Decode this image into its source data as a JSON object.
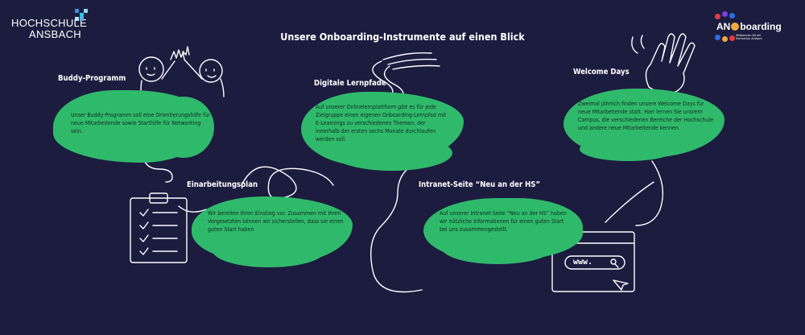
{
  "logo": {
    "line1": "HOCHSCHULE",
    "line2": "ANSBACH"
  },
  "anboarding": {
    "prefix": "AN",
    "suffix": "boarding",
    "tagline": "Willkommen AN der Hochschule Ansbach"
  },
  "title": "Unsere Onboarding-Instrumente auf einen Blick",
  "sections": {
    "buddy": {
      "title": "Buddy-Programm",
      "text": "Unser Buddy-Programm soll eine Orientierungshilfe für neue Mitarbeitende sowie Starthilfe für Networking sein."
    },
    "lernpfade": {
      "title": "Digitale Lernpfade",
      "text": "Auf unserer Onlinelernplattform gibt es für jede Zielgruppe einen eigenen Onboarding-Lernpfad mit E-Learnings zu verschiedenen Themen, der innerhalb der ersten sechs Monate durchlaufen werden soll."
    },
    "welcome": {
      "title": "Welcome Days",
      "text": "Zweimal jährlich finden unsere Welcome Days für neue Mitarbeitende statt.  Hier lernen Sie unsrern Campus, die verschiedenen Bereiche der Hochschule und andere neue Mitarbeitende kennen."
    },
    "einarbeitung": {
      "title": "Einarbeitungsplan",
      "text": "Wir bereiten Ihren Einstieg vor. Zusammen mit Ihren Vorgesetzten können wir sicherstellen, dass sie einen guten Start haben"
    },
    "intranet": {
      "title": "Intranet-Seite “Neu an der HS”",
      "text": "Auf unserer Intranet-Seite “Neu an der HS” haben wir nützliche Informationen für einen guten Start bei uns zusammengestellt."
    }
  },
  "browser": {
    "address": "www."
  },
  "colors": {
    "background": "#1c1c3f",
    "blob": "#2fba6b",
    "text_on_blob": "#122a1d"
  }
}
